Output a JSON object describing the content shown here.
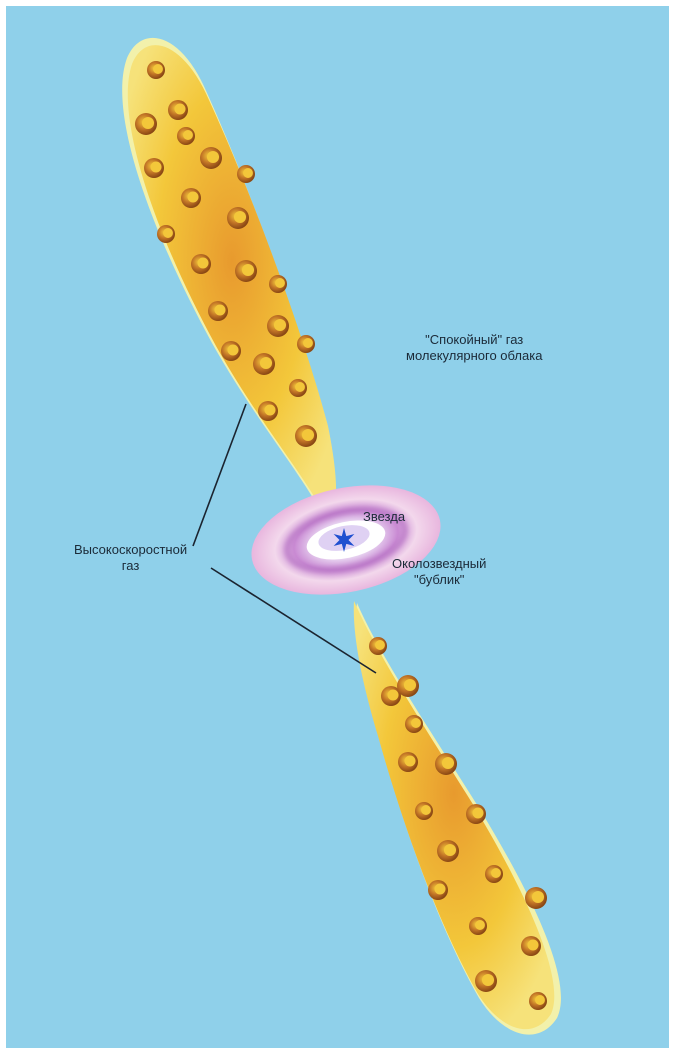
{
  "labels": {
    "quiet_gas": "\"Спокойный\" газ\nмолекулярного облака",
    "high_velocity_gas": "Высокоскоростной\nгаз",
    "star": "Звезда",
    "circumstellar_torus": "Околозвездный\n\"бублик\""
  },
  "colors": {
    "background": "#8fd0ea",
    "jet_fill": "#f3c73a",
    "jet_core": "#e89a2e",
    "jet_edge": "#f8f2a8",
    "clump": "#a85a1c",
    "torus_outer": "#f3d8ec",
    "torus_middle": "#c98ad3",
    "star": "#1f4fd0",
    "leader_line": "#1b2430"
  }
}
